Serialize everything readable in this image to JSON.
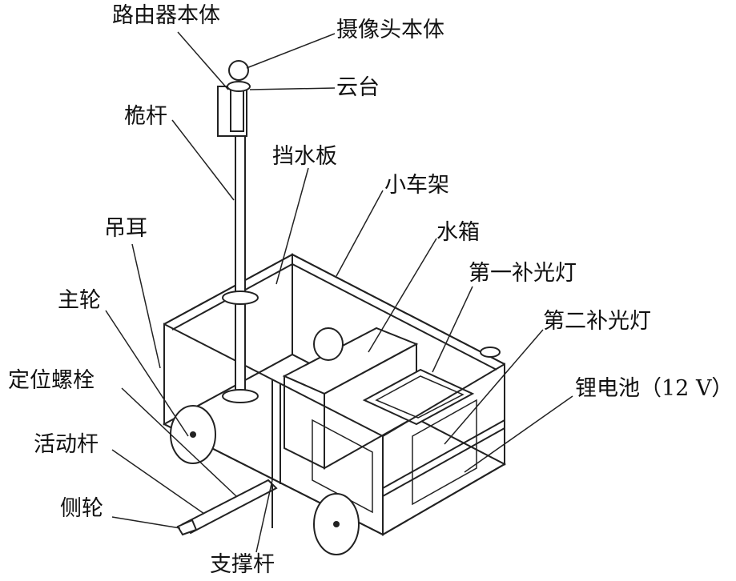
{
  "title": "小车结构示意图",
  "labels": {
    "router": "路由器本体",
    "camera": "摄像头本体",
    "gimbal": "云台",
    "mast": "桅杆",
    "splash_guard": "挡水板",
    "cart_frame": "小车架",
    "water_tank": "水箱",
    "lifting_lug": "吊耳",
    "fill_light_1": "第一补光灯",
    "main_wheel": "主轮",
    "fill_light_2": "第二补光灯",
    "positioning_bolt": "定位螺栓",
    "battery": "锂电池（12 V）",
    "movable_rod": "活动杆",
    "side_wheel": "侧轮",
    "support_rod": "支撑杆"
  }
}
